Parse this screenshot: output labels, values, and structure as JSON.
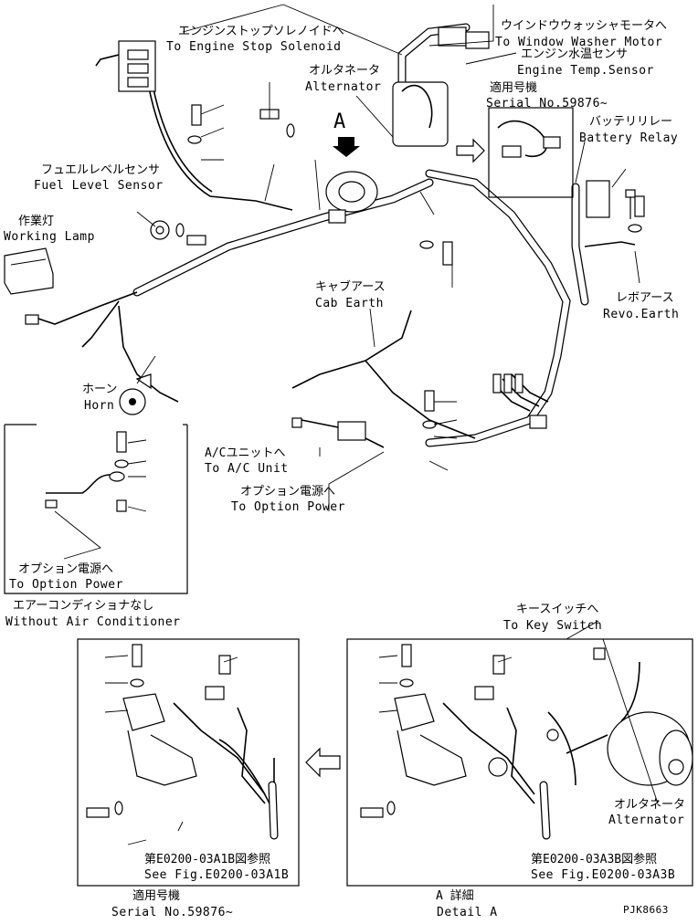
{
  "callouts": {
    "engine_stop": {
      "jp": "エンジンストップソレノイドへ",
      "en": "To Engine Stop Solenoid"
    },
    "window_washer": {
      "jp": "ウインドウウォッシャモータへ",
      "en": "To Window Washer Motor"
    },
    "engine_temp": {
      "jp": "エンジン水温センサ",
      "en": "Engine Temp.Sensor"
    },
    "alternator_top": {
      "jp": "オルタネータ",
      "en": "Alternator"
    },
    "serial_top": {
      "jp": "適用号機",
      "en": "Serial No.59876~"
    },
    "battery_relay": {
      "jp": "バッテリリレー",
      "en": "Battery Relay"
    },
    "fuel_level": {
      "jp": "フュエルレベルセンサ",
      "en": "Fuel Level Sensor"
    },
    "working_lamp": {
      "jp": "作業灯",
      "en": "Working Lamp"
    },
    "cab_earth": {
      "jp": "キャブアース",
      "en": "Cab Earth"
    },
    "revo_earth": {
      "jp": "レボアース",
      "en": "Revo.Earth"
    },
    "horn": {
      "jp": "ホーン",
      "en": "Horn"
    },
    "ac_unit": {
      "jp": "A/Cユニットへ",
      "en": "To A/C Unit"
    },
    "option_power_main": {
      "jp": "オプション電源へ",
      "en": "To Option Power"
    },
    "option_power_inset": {
      "jp": "オプション電源へ",
      "en": "To Option Power"
    },
    "without_ac": {
      "jp": "エアーコンディショナなし",
      "en": "Without Air Conditioner"
    },
    "key_switch": {
      "jp": "キースイッチへ",
      "en": "To Key Switch"
    },
    "alternator_detail": {
      "jp": "オルタネータ",
      "en": "Alternator"
    },
    "fig_left": {
      "jp": "第E0200-03A1B図参照",
      "en": "See Fig.E0200-03A1B"
    },
    "fig_right": {
      "jp": "第E0200-03A3B図参照",
      "en": "See Fig.E0200-03A3B"
    },
    "serial_bottom": {
      "jp": "適用号機",
      "en": "Serial No.59876~"
    },
    "detail_a": {
      "jp": "A 詳細",
      "en": "Detail A"
    }
  },
  "view_marker": "A",
  "drawing_code": "PJK8663",
  "colors": {
    "line": "#000000",
    "background": "#ffffff"
  }
}
